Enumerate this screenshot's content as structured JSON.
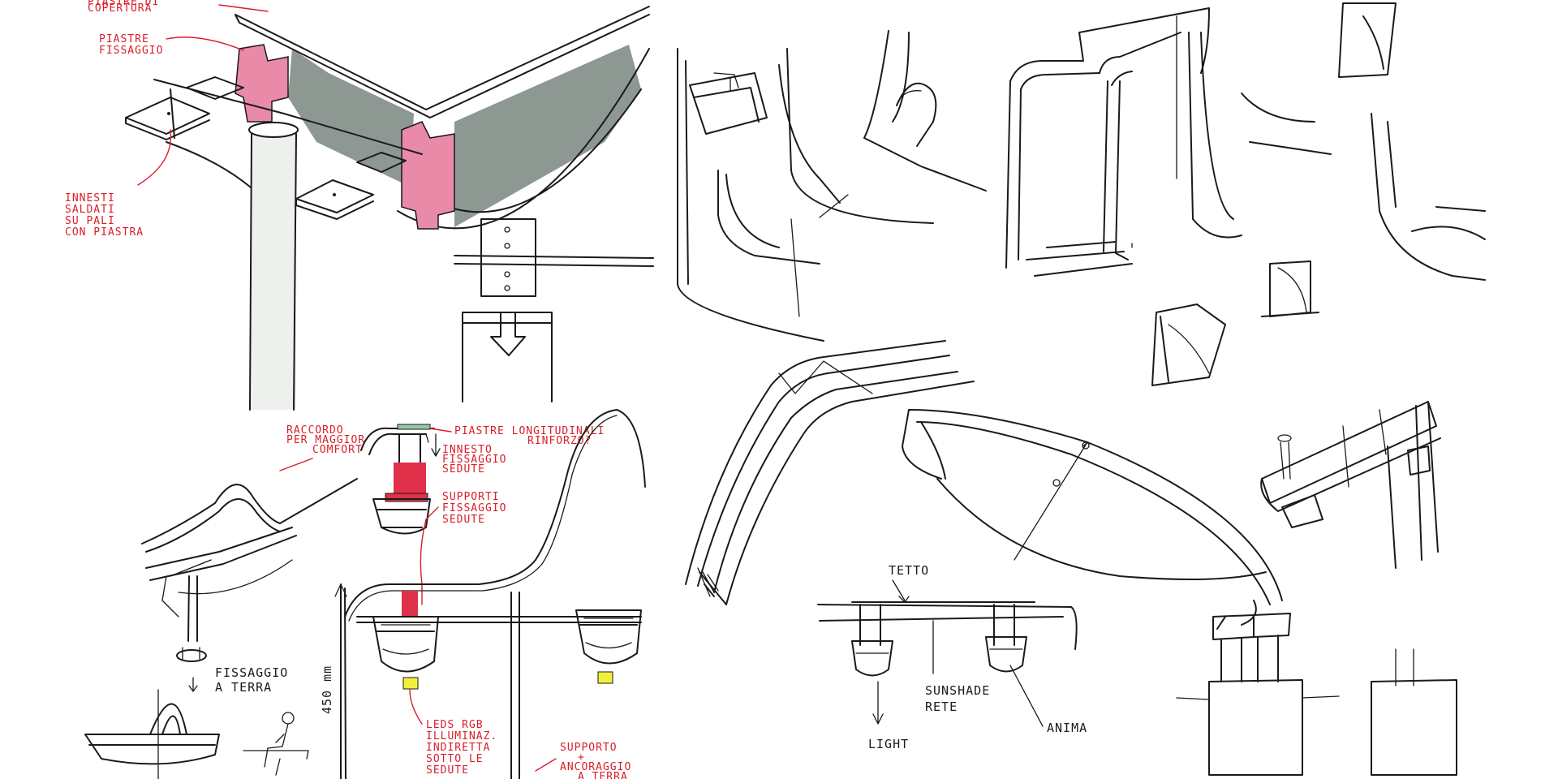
{
  "colors": {
    "ink": "#1a1a1a",
    "annotation_red": "#d91e2a",
    "profile_pink": "#e88aa8",
    "shade_grey": "#8e9892",
    "highlight_yellow": "#f0f03c",
    "fill_red": "#e0304a"
  },
  "annotations_red": {
    "cover_plates": [
      "PIASTRE DI",
      "COPERTURA"
    ],
    "fixing_plates": [
      "PIASTRE",
      "FISSAGGIO"
    ],
    "welded_joints": [
      "INNESTI",
      "SALDATI",
      "SU PALI",
      "CON PIASTRA"
    ],
    "comfort_fitting": [
      "RACCORDO",
      "PER MAGGIOR",
      "COMFORT"
    ],
    "long_plates": [
      "PIASTRE LONGITUDINALI",
      "RINFORZO?"
    ],
    "seat_joint": [
      "INNESTO",
      "FISSAGGIO",
      "SEDUTE"
    ],
    "seat_supports": [
      "SUPPORTI",
      "FISSAGGIO",
      "SEDUTE"
    ],
    "leds": [
      "LEDS RGB",
      "ILLUMINAZ.",
      "INDIRETTA",
      "SOTTO LE",
      "SEDUTE"
    ],
    "ground_support": [
      "SUPPORTO",
      "+",
      "ANCORAGGIO",
      "A TERRA"
    ]
  },
  "annotations_ink": {
    "ground_fixing": [
      "FISSAGGIO",
      "A TERRA"
    ],
    "height": "450 mm",
    "roof": "TETTO",
    "sunshade": [
      "SUNSHADE",
      "RETE"
    ],
    "core": "ANIMA",
    "light": "LIGHT"
  }
}
